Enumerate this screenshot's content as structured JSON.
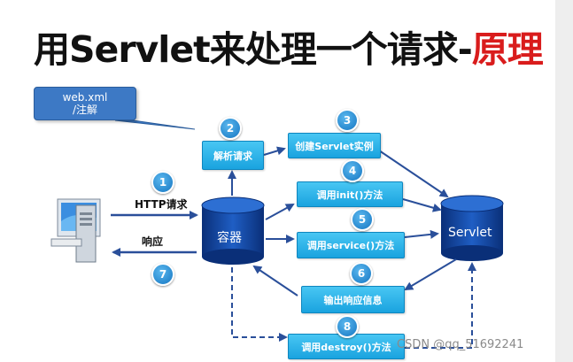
{
  "title": {
    "main": "用Servlet来处理一个请求-",
    "accent": "原理"
  },
  "callout": {
    "line1": "web.xml",
    "line2": "/注解"
  },
  "steps": [
    {
      "num": "1",
      "label": "HTTP请求"
    },
    {
      "num": "2",
      "label": "解析请求"
    },
    {
      "num": "3",
      "label": "创建Servlet实例"
    },
    {
      "num": "4",
      "label": "调用init()方法"
    },
    {
      "num": "5",
      "label": "调用service()方法"
    },
    {
      "num": "6",
      "label": "输出响应信息"
    },
    {
      "num": "7",
      "label": "响应"
    },
    {
      "num": "8",
      "label": "调用destroy()方法"
    }
  ],
  "nodes": {
    "container": "容器",
    "servlet": "Servlet"
  },
  "icons": {
    "client": "computer-icon"
  },
  "colors": {
    "box": "#1aa3df",
    "badge": "#1576c2",
    "cylinder": "#0a3d8f",
    "accent": "#d91c1c",
    "arrow": "#2a4f9a"
  },
  "watermark": "CSDN @qq_51692241"
}
